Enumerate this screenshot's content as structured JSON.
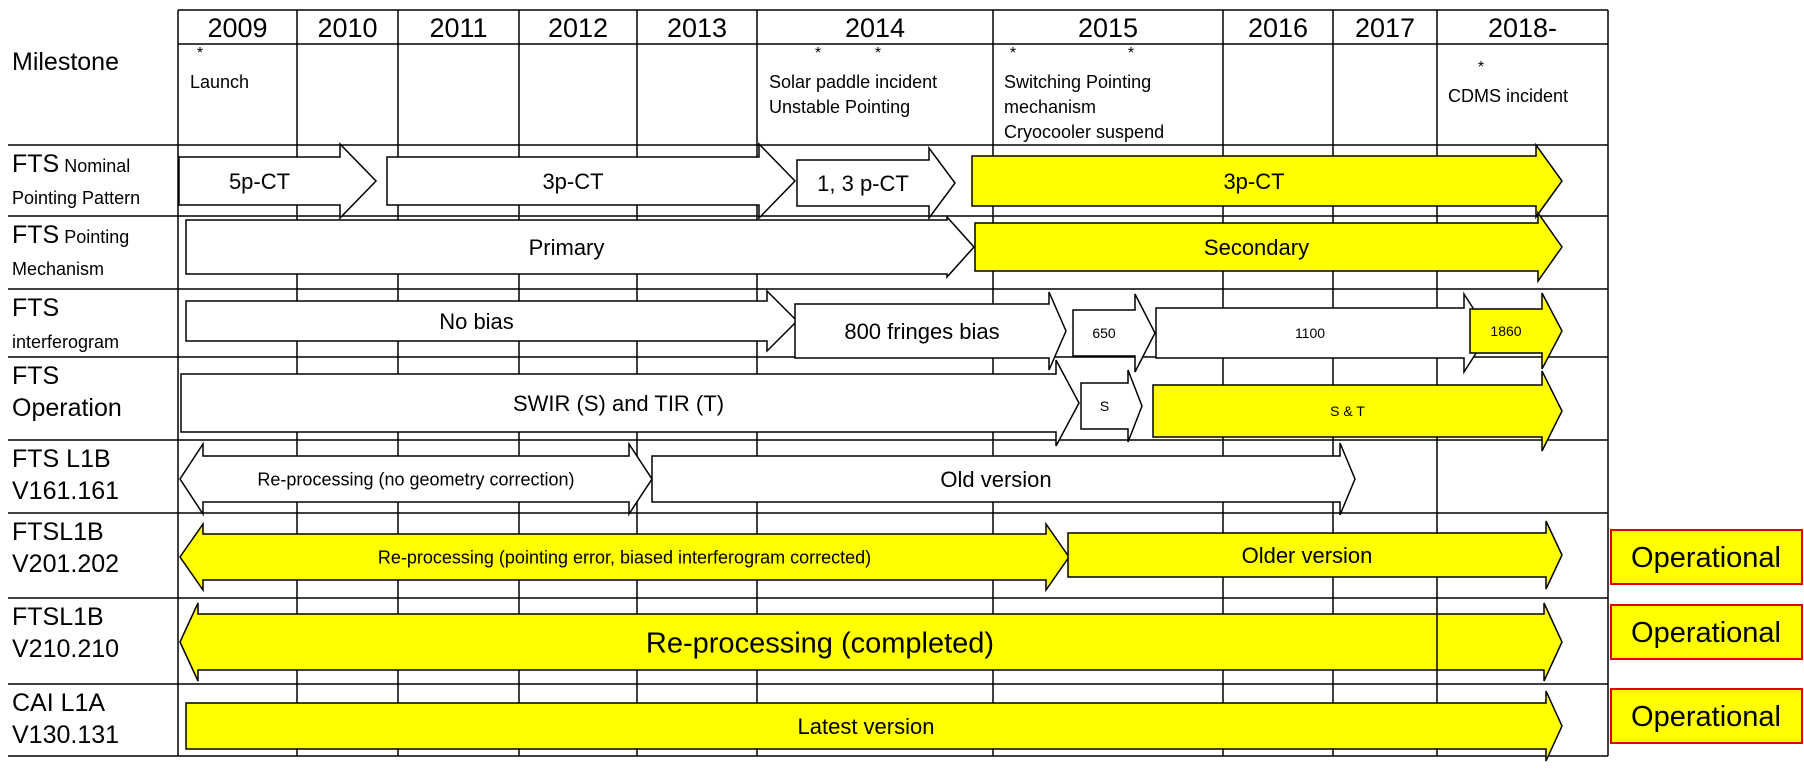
{
  "years": [
    "2009",
    "2010",
    "2011",
    "2012",
    "2013",
    "2014",
    "2015",
    "2016",
    "2017",
    "2018-"
  ],
  "milestone_label": "Milestone",
  "milestones": [
    {
      "year": "2009",
      "lines": [
        "Launch"
      ]
    },
    {
      "year": "2014",
      "lines": [
        "Solar paddle incident",
        "Unstable Pointing"
      ]
    },
    {
      "year": "2015",
      "lines": [
        "Switching Pointing",
        " mechanism",
        "Cryocooler suspend"
      ]
    },
    {
      "year": "2018-",
      "lines": [
        "CDMS incident"
      ]
    }
  ],
  "rows": [
    {
      "label": [
        [
          {
            "t": "FTS",
            "big": true
          },
          {
            "t": " Nominal",
            "big": false
          }
        ],
        [
          {
            "t": "Pointing Pattern",
            "big": false
          }
        ]
      ],
      "bars": [
        {
          "text": "5p-CT",
          "color": "white"
        },
        {
          "text": "3p-CT",
          "color": "white"
        },
        {
          "text": "1, 3 p-CT",
          "color": "white"
        },
        {
          "text": "3p-CT",
          "color": "yellow"
        }
      ]
    },
    {
      "label": [
        [
          {
            "t": "FTS",
            "big": true
          },
          {
            "t": " Pointing",
            "big": false
          }
        ],
        [
          {
            "t": "Mechanism",
            "big": false
          }
        ]
      ],
      "bars": [
        {
          "text": "Primary",
          "color": "white"
        },
        {
          "text": "Secondary",
          "color": "yellow"
        }
      ]
    },
    {
      "label": [
        [
          {
            "t": " FTS",
            "big": true
          }
        ],
        [
          {
            "t": "interferogram",
            "big": false
          }
        ]
      ],
      "bars": [
        {
          "text": "No bias",
          "color": "white"
        },
        {
          "text": "800 fringes bias",
          "color": "white"
        },
        {
          "text": "650",
          "color": "white"
        },
        {
          "text": "1100",
          "color": "white"
        },
        {
          "text": "1860",
          "color": "yellow"
        }
      ]
    },
    {
      "label": [
        [
          {
            "t": "FTS",
            "big": true
          }
        ],
        [
          {
            "t": "Operation",
            "big": true
          }
        ]
      ],
      "bars": [
        {
          "text": "SWIR (S) and TIR (T)",
          "color": "white"
        },
        {
          "text": "S",
          "color": "white"
        },
        {
          "text": "S & T",
          "color": "yellow"
        }
      ]
    },
    {
      "label": [
        [
          {
            "t": "FTS L1B",
            "big": true
          }
        ],
        [
          {
            "t": "V161.161",
            "big": true
          }
        ]
      ],
      "bars": [
        {
          "text": "Re-processing  (no geometry correction)",
          "color": "white"
        },
        {
          "text": "Old version",
          "color": "white"
        }
      ]
    },
    {
      "label": [
        [
          {
            "t": "FTSL1B",
            "big": true
          }
        ],
        [
          {
            "t": "V201.202",
            "big": true
          }
        ]
      ],
      "bars": [
        {
          "text": "Re-processing  (pointing error, biased interferogram  corrected)",
          "color": "yellow"
        },
        {
          "text": "Older version",
          "color": "yellow"
        }
      ],
      "status": "Operational"
    },
    {
      "label": [
        [
          {
            "t": "FTSL1B",
            "big": true
          }
        ],
        [
          {
            "t": "V210.210",
            "big": true
          }
        ]
      ],
      "bars": [
        {
          "text": "Re-processing (completed)",
          "color": "yellow"
        }
      ],
      "status": "Operational"
    },
    {
      "label": [
        [
          {
            "t": "CAI L1A",
            "big": true
          }
        ],
        [
          {
            "t": "V130.131",
            "big": true
          }
        ]
      ],
      "bars": [
        {
          "text": "Latest version",
          "color": "yellow"
        }
      ],
      "status": "Operational"
    }
  ],
  "colors": {
    "yellow": "#ffff00",
    "white": "#ffffff",
    "line": "#000000",
    "badge_border": "#e00000"
  }
}
